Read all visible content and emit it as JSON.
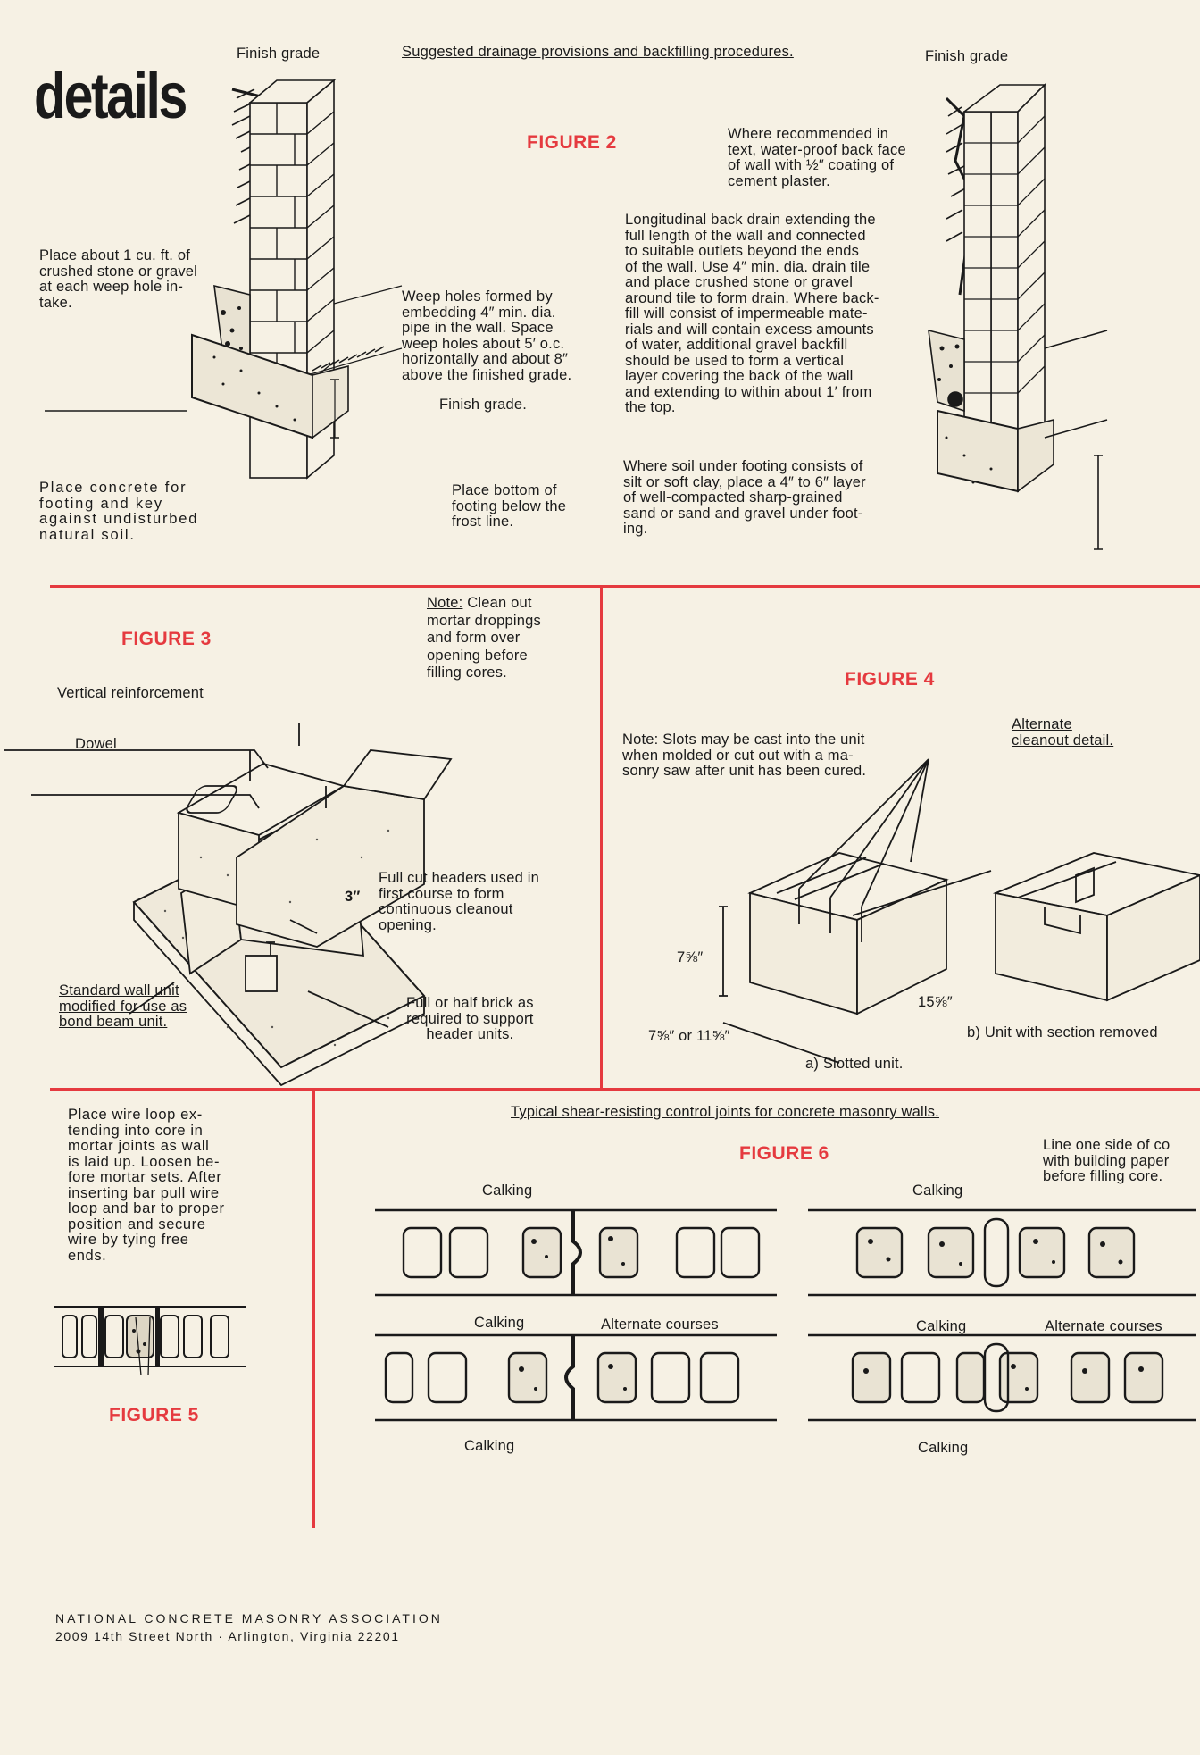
{
  "header": {
    "title": "details",
    "top_caption": "Suggested drainage provisions and backfilling procedures."
  },
  "figure2": {
    "label": "FIGURE 2",
    "left": {
      "finish_grade_top": "Finish grade",
      "stone_note": "Place about 1 cu. ft. of\ncrushed stone or gravel\nat each weep hole in-\ntake.",
      "weep_note": "Weep holes formed by\nembedding 4″ min. dia.\npipe in the wall. Space\nweep holes about 5′ o.c.\nhorizontally and about 8″\nabove the finished grade.",
      "finish_grade_mid": "Finish grade.",
      "concrete_note": "Place concrete for\nfooting and key\nagainst undisturbed\nnatural soil.",
      "footing_note": "Place bottom of\nfooting below the\nfrost line."
    },
    "right": {
      "finish_grade_top": "Finish grade",
      "waterproof_note": "Where recommended in\ntext, water-proof back face\nof wall with ½″ coating of\ncement plaster.",
      "drain_note": "Longitudinal back drain extending the\nfull length of the wall and connected\nto suitable outlets beyond the ends\nof the wall. Use 4″ min. dia. drain tile\nand place crushed stone or gravel\naround tile to form drain. Where back-\nfill will consist of impermeable mate-\nrials and will contain excess amounts\nof water, additional gravel backfill\nshould be used to form a vertical\nlayer covering the back of the wall\nand extending to within about 1′ from\nthe top.",
      "soil_note": "Where soil under footing consists of\nsilt or soft clay, place a 4″ to 6″ layer\nof well-compacted sharp-grained\nsand or sand and gravel under foot-\ning."
    }
  },
  "figure3": {
    "label": "FIGURE 3",
    "note_prefix": "Note:",
    "note_text": " Clean out\nmortar droppings\nand form over\nopening before\nfilling cores.",
    "vertical_reinforcement": "Vertical reinforcement",
    "dowel": "Dowel",
    "headers_note": "Full cut headers used in\nfirst course to form\ncontinuous cleanout\nopening.",
    "dimension": "3″",
    "standard_unit": "Standard wall unit\nmodified for use as\nbond beam unit.",
    "brick_note": "Full or half brick as\nrequired to support\nheader units."
  },
  "figure4": {
    "label": "FIGURE 4",
    "slots_note": "Note: Slots may be cast into the unit\nwhen molded or cut out with a ma-\nsonry saw after unit has been cured.",
    "alternate": "Alternate\ncleanout detail.",
    "height_dim": "7⅝″",
    "length_dim": "15⅝″",
    "width_dim": "7⅝″ or 11⅝″",
    "caption_a": "a) Slotted unit.",
    "caption_b": "b) Unit with section removed"
  },
  "figure5": {
    "label": "FIGURE 5",
    "note": "Place wire loop ex-\ntending into core in\nmortar joints as wall\nis laid up. Loosen be-\nfore mortar sets. After\ninserting bar pull wire\nloop and bar to proper\nposition and secure\nwire by tying free\nends."
  },
  "figure6": {
    "label": "FIGURE 6",
    "caption": "Typical shear-resisting control joints for concrete masonry walls.",
    "line_note": "Line one side of co\nwith building paper\nbefore filling core.",
    "calking": "Calking",
    "alternate_courses": "Alternate courses"
  },
  "footer": {
    "org": "NATIONAL CONCRETE MASONRY ASSOCIATION",
    "address": "2009 14th Street North · Arlington, Virginia 22201"
  },
  "colors": {
    "accent": "#e53a3f",
    "paper": "#f6f1e4",
    "ink": "#1a1a1a"
  }
}
